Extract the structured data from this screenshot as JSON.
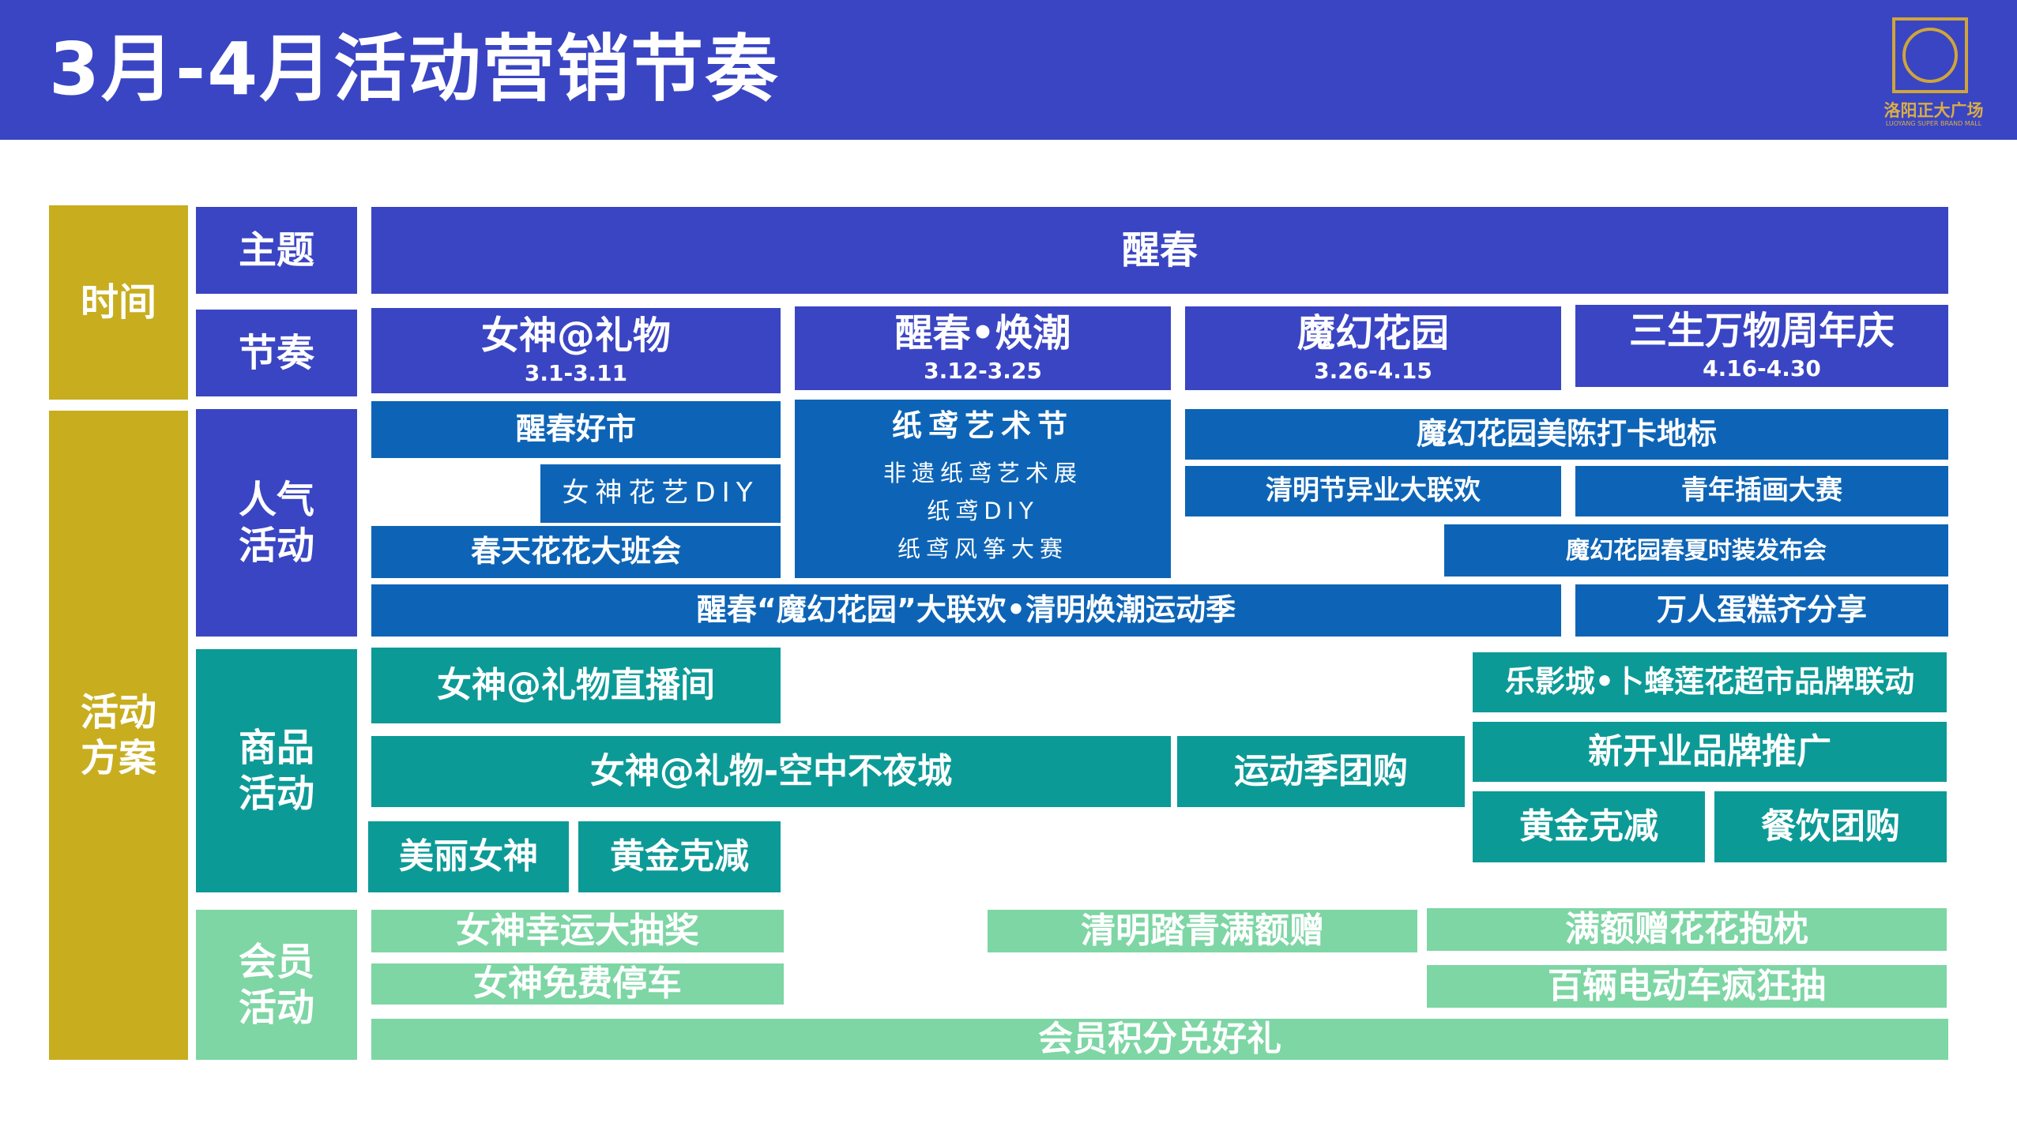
{
  "page_title": "3月-4月活动营销节奏",
  "logo": {
    "name": "洛阳正大广场",
    "subtitle": "LUOYANG SUPER BRAND MALL",
    "icon": "gold-square-circle-emblem"
  },
  "colors": {
    "header": "#3a45c4",
    "gold": "#c8ad1e",
    "popular": "#0d64b6",
    "product": "#0c9a97",
    "member": "#7dd6a4"
  },
  "row_labels": {
    "time": "时间",
    "plan": "活动\n方案",
    "theme": "主题",
    "rhythm": "节奏",
    "popular": "人气\n活动",
    "product": "商品\n活动",
    "member": "会员\n活动"
  },
  "theme": "醒春",
  "phases": [
    {
      "name": "女神@礼物",
      "dates": "3.1-3.11"
    },
    {
      "name": "醒春•焕潮",
      "dates": "3.12-3.25"
    },
    {
      "name": "魔幻花园",
      "dates": "3.26-4.15"
    },
    {
      "name": "三生万物周年庆",
      "dates": "4.16-4.30"
    }
  ],
  "popular": {
    "spring_market": "醒春好市",
    "flower_diy": "女神花艺DIY",
    "flower_class": "春天花花大班会",
    "kite_festival": {
      "title": "纸鸢艺术节",
      "items": [
        "非遗纸鸢艺术展",
        "纸鸢DIY",
        "纸鸢风筝大赛"
      ]
    },
    "garden_landmark": "魔幻花园美陈打卡地标",
    "qingming_event": "清明节异业大联欢",
    "youth_painting": "青年插画大赛",
    "fashion_show": "魔幻花园春夏时装发布会",
    "big_event": "醒春“魔幻花园”大联欢•清明焕潮运动季",
    "cake_share": "万人蛋糕齐分享"
  },
  "product": {
    "live_room": "女神@礼物直播间",
    "night_city": "女神@礼物-空中不夜城",
    "sports_group": "运动季团购",
    "beautiful_goddess": "美丽女神",
    "gold_discount_1": "黄金克减",
    "cinema_linkage": "乐影城•卜蜂莲花超市品牌联动",
    "new_brands": "新开业品牌推广",
    "gold_discount_2": "黄金克减",
    "dining_group": "餐饮团购"
  },
  "member": {
    "lottery": "女神幸运大抽奖",
    "parking": "女神免费停车",
    "qingming_gift": "清明踏青满额赠",
    "pillow_gift": "满额赠花花抱枕",
    "ebike_draw": "百辆电动车疯狂抽",
    "points_gift": "会员积分兑好礼"
  }
}
